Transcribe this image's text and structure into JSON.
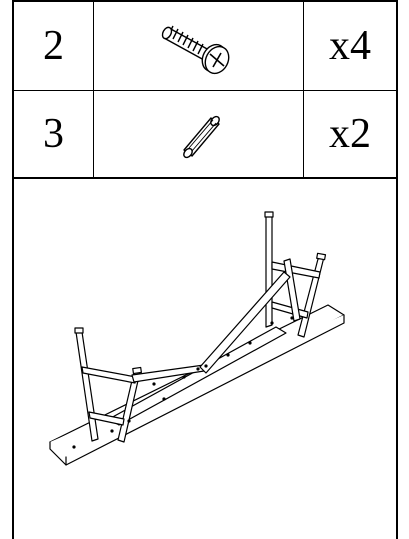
{
  "parts": [
    {
      "step": "2",
      "icon": "screw-icon",
      "quantity": "x4"
    },
    {
      "step": "3",
      "icon": "dowel-icon",
      "quantity": "x2"
    }
  ],
  "illustration": {
    "icon": "bench-frame-assembly-icon"
  }
}
